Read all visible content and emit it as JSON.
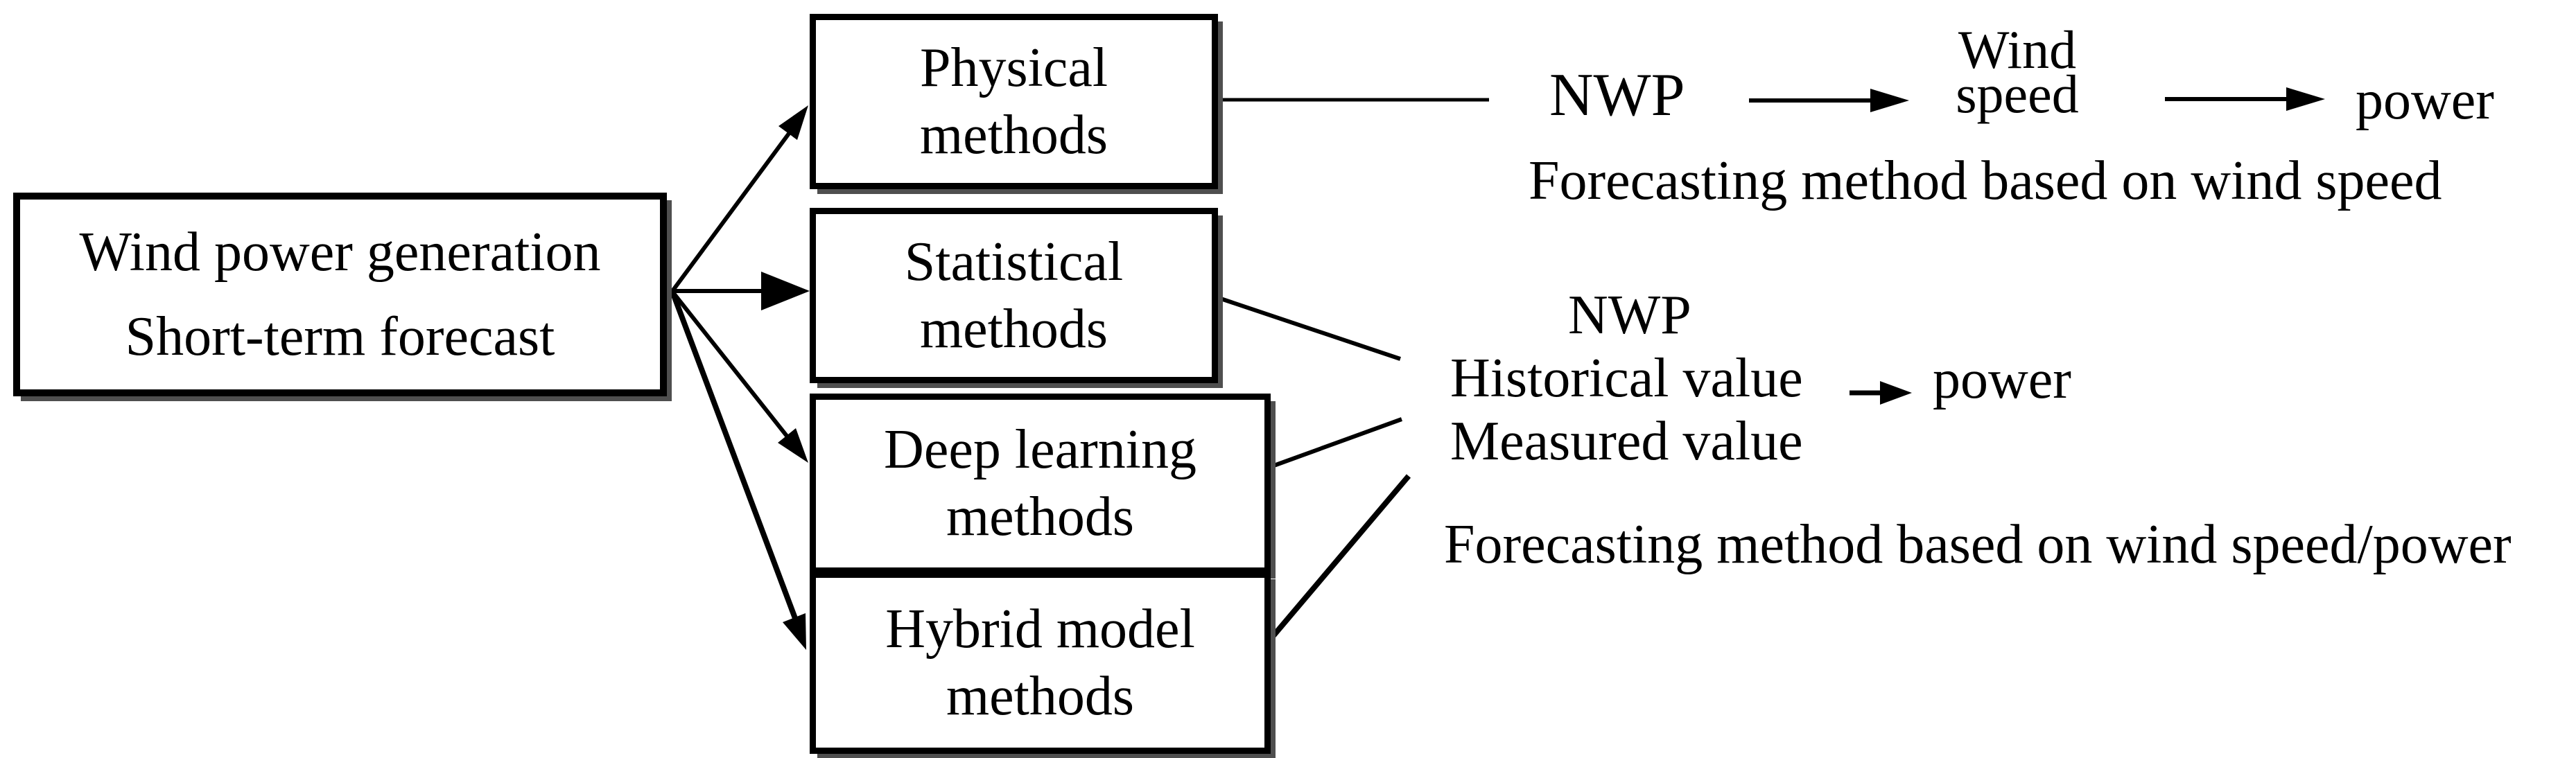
{
  "diagram": {
    "root": {
      "line1": "Wind power generation",
      "line2": "Short-term forecast"
    },
    "methods": [
      {
        "id": "physical",
        "line1": "Physical",
        "line2": "methods"
      },
      {
        "id": "statistical",
        "line1": "Statistical",
        "line2": "methods"
      },
      {
        "id": "deep",
        "line1": "Deep learning",
        "line2": "methods"
      },
      {
        "id": "hybrid",
        "line1": "Hybrid model",
        "line2": "methods"
      }
    ],
    "wind_speed_branch": {
      "nwp": "NWP",
      "wind": "Wind",
      "speed": "speed",
      "power": "power",
      "caption": "Forecasting method based on wind speed"
    },
    "power_branch": {
      "nwp": "NWP",
      "input2": "Historical value",
      "input3": "Measured value",
      "power": "power",
      "caption": "Forecasting method based on wind speed/power"
    },
    "colors": {
      "ink": "#000000",
      "background": "#ffffff",
      "box_shadow": "#4f4f4f"
    }
  }
}
